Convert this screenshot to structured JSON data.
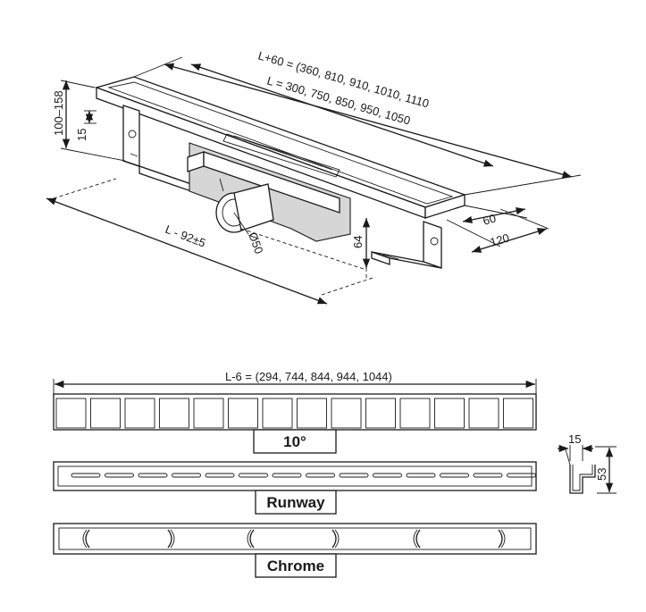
{
  "iso_view": {
    "length_outer_label": "L+60 = (360, 810, 910, 1010, 1110",
    "length_label": "L = 300, 750, 850, 950, 1050",
    "height_label": "100–158",
    "lip_label": "15",
    "outlet_drop_label": "64",
    "pipe_label": "Ø50",
    "width_inner_label": "60",
    "width_outer_label": "120",
    "feet_span_label": "L - 92±5"
  },
  "grate_length_label": "L-6 = (294, 744, 844, 944, 1044)",
  "grates": [
    {
      "name": "10°"
    },
    {
      "name": "Runway"
    },
    {
      "name": "Chrome"
    }
  ],
  "profile": {
    "width_label": "15",
    "height_label": "53"
  }
}
